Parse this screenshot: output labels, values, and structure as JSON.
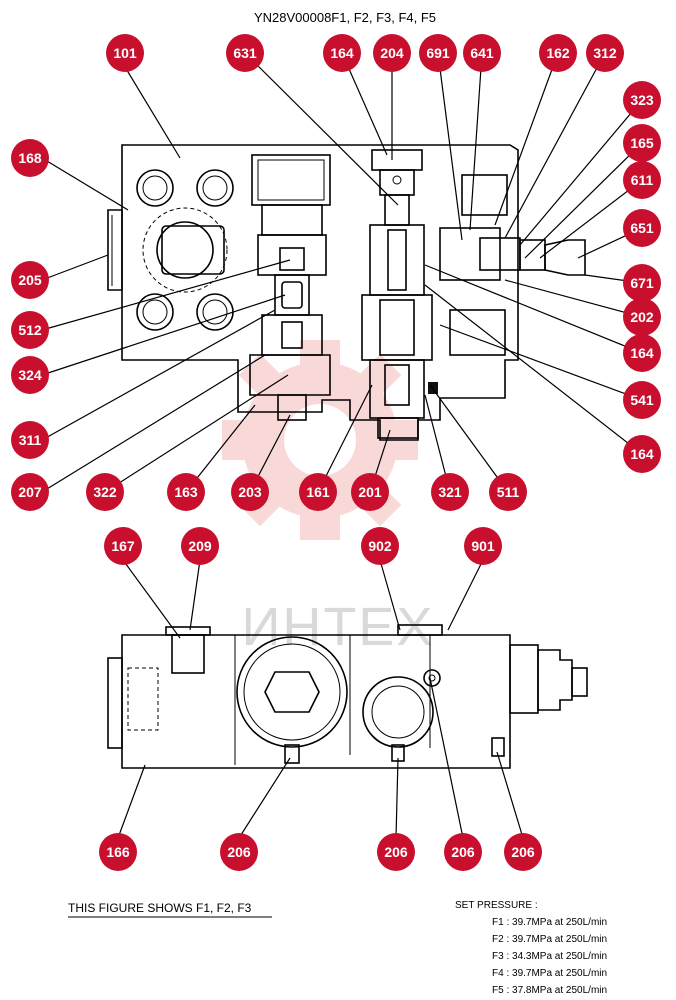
{
  "title": "YN28V00008F1, F2, F3, F4, F5",
  "watermark": "ИНТЕХ",
  "figure_note": "THIS FIGURE SHOWS  F1, F2, F3",
  "set_pressure": {
    "heading": "SET PRESSURE :",
    "rows": [
      "F1 : 39.7MPa  at  250L/min",
      "F2 : 39.7MPa  at  250L/min",
      "F3 : 34.3MPa  at  250L/min",
      "F4 : 39.7MPa  at  250L/min",
      "F5 : 37.8MPa  at  250L/min"
    ]
  },
  "top_labels": [
    "101",
    "631",
    "164",
    "204",
    "691",
    "641",
    "162",
    "312",
    "323",
    "165",
    "611",
    "651",
    "671",
    "202",
    "164",
    "541",
    "164",
    "168",
    "205",
    "512",
    "324",
    "311",
    "207",
    "322",
    "163",
    "203",
    "161",
    "201",
    "321",
    "511"
  ],
  "bottom_labels": [
    "167",
    "209",
    "902",
    "901",
    "166",
    "206",
    "206",
    "206",
    "206"
  ]
}
